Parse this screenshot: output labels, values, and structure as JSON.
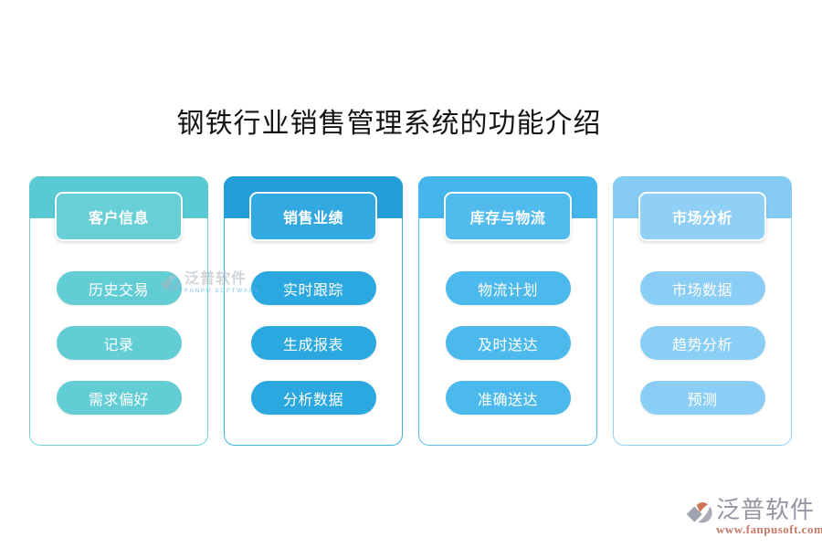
{
  "page": {
    "title": "钢铁行业销售管理系统的功能介绍"
  },
  "columns": [
    {
      "header": "客户信息",
      "items": [
        "历史交易",
        "记录",
        "需求偏好"
      ],
      "colors": {
        "band": "#59c9d3",
        "button": "#69cfd7",
        "pill": "#62cdd5",
        "border": "#6ed2d9"
      }
    },
    {
      "header": "销售业绩",
      "items": [
        "实时跟踪",
        "生成报表",
        "分析数据"
      ],
      "colors": {
        "band": "#249eda",
        "button": "#32a9e0",
        "pill": "#2ca8e0",
        "border": "#3fb0e4"
      }
    },
    {
      "header": "库存与物流",
      "items": [
        "物流计划",
        "及时送达",
        "准确送达"
      ],
      "colors": {
        "band": "#45b6eb",
        "button": "#52bbed",
        "pill": "#4cb9ec",
        "border": "#5bbfee"
      }
    },
    {
      "header": "市场分析",
      "items": [
        "市场数据",
        "趋势分析",
        "预测"
      ],
      "colors": {
        "band": "#85cbf4",
        "button": "#90d0f6",
        "pill": "#8bcef5",
        "border": "#95d2f7"
      }
    }
  ],
  "watermarks": {
    "center": {
      "brand": "泛普软件",
      "sub": "FANPU SOFTWARE"
    },
    "corner": {
      "brand": "泛普软件",
      "sub": "www.fanpusoft.com"
    }
  }
}
